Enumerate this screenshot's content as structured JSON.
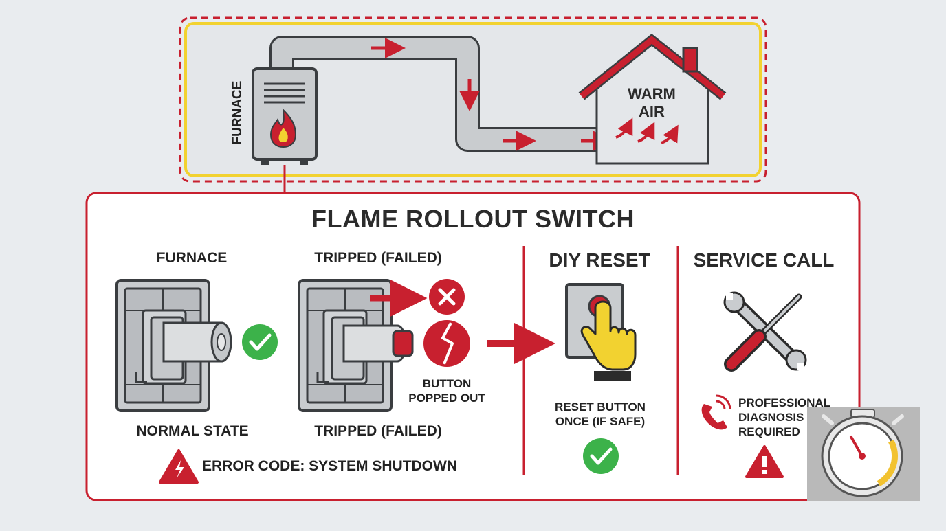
{
  "top": {
    "furnace_label": "FURNACE",
    "house_label_line1": "WARM",
    "house_label_line2": "AIR"
  },
  "panel": {
    "title": "FLAME ROLLOUT SWITCH",
    "col1": {
      "top_label": "FURNACE",
      "bottom_label": "NORMAL STATE"
    },
    "col2": {
      "top_label": "TRIPPED (FAILED)",
      "bottom_label": "TRIPPED (FAILED)",
      "note_line1": "BUTTON",
      "note_line2": "POPPED OUT"
    },
    "error_text": "ERROR CODE: SYSTEM SHUTDOWN",
    "diy": {
      "heading": "DIY RESET",
      "note_line1": "RESET BUTTON",
      "note_line2": "ONCE (IF SAFE)"
    },
    "service": {
      "heading": "SERVICE CALL",
      "note_line1": "PROFESSIONAL",
      "note_line2": "DIAGNOSIS",
      "note_line3": "REQUIRED"
    }
  },
  "colors": {
    "red": "#c8202f",
    "yellow": "#f2d230",
    "green": "#3cb24a",
    "gray_fill": "#c9cccf",
    "stroke": "#3a3d40",
    "panel_bg": "#ffffff"
  },
  "icons": [
    "flame-icon",
    "check-icon",
    "x-icon",
    "crack-icon",
    "warning-icon",
    "hand-pointer-icon",
    "wrench-icon",
    "screwdriver-icon",
    "phone-icon",
    "stopwatch-icon"
  ]
}
